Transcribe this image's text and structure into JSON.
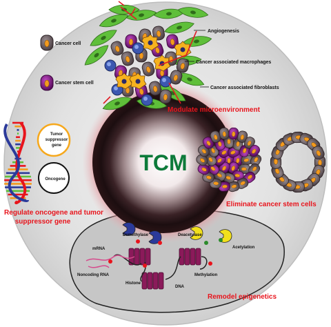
{
  "center": {
    "label": "TCM"
  },
  "legend": {
    "cancer_cell": "Cancer cell",
    "cancer_stem_cell": "Cancer stem cell"
  },
  "microenvironment": {
    "angiogenesis": "Angiogenesis",
    "macrophages": "Cancer associated macrophages",
    "fibroblasts": "Cancer associated fibroblasts",
    "title": "Modulate microenvironment"
  },
  "genes": {
    "tumor_suppressor_line1": "Tumor",
    "tumor_suppressor_line2": "suppressor",
    "tumor_suppressor_line3": "gene",
    "oncogene": "Oncogene",
    "title_line1": "Regulate oncogene and tumor",
    "title_line2": "suppressor gene"
  },
  "stem": {
    "title": "Eliminate cancer stem cells"
  },
  "epigenetics": {
    "demethylase": "Demethylase",
    "deacetylase": "Deacetylase",
    "acetylation": "Acetylation",
    "mrna": "mRNA",
    "noncoding": "Noncoding RNA",
    "histone": "Histone",
    "dna": "DNA",
    "methylation": "Methylation",
    "title": "Remodel epigenetics"
  },
  "colors": {
    "title_red": "#e8141c",
    "tcm_green": "#0d7a3a",
    "cell_body": "#6b5e62",
    "nucleus": "#f39a1e",
    "stem_purple": "#8a1c8c",
    "fibroblast_green": "#5fbf3a",
    "histone_purple": "#8b1a5a"
  }
}
